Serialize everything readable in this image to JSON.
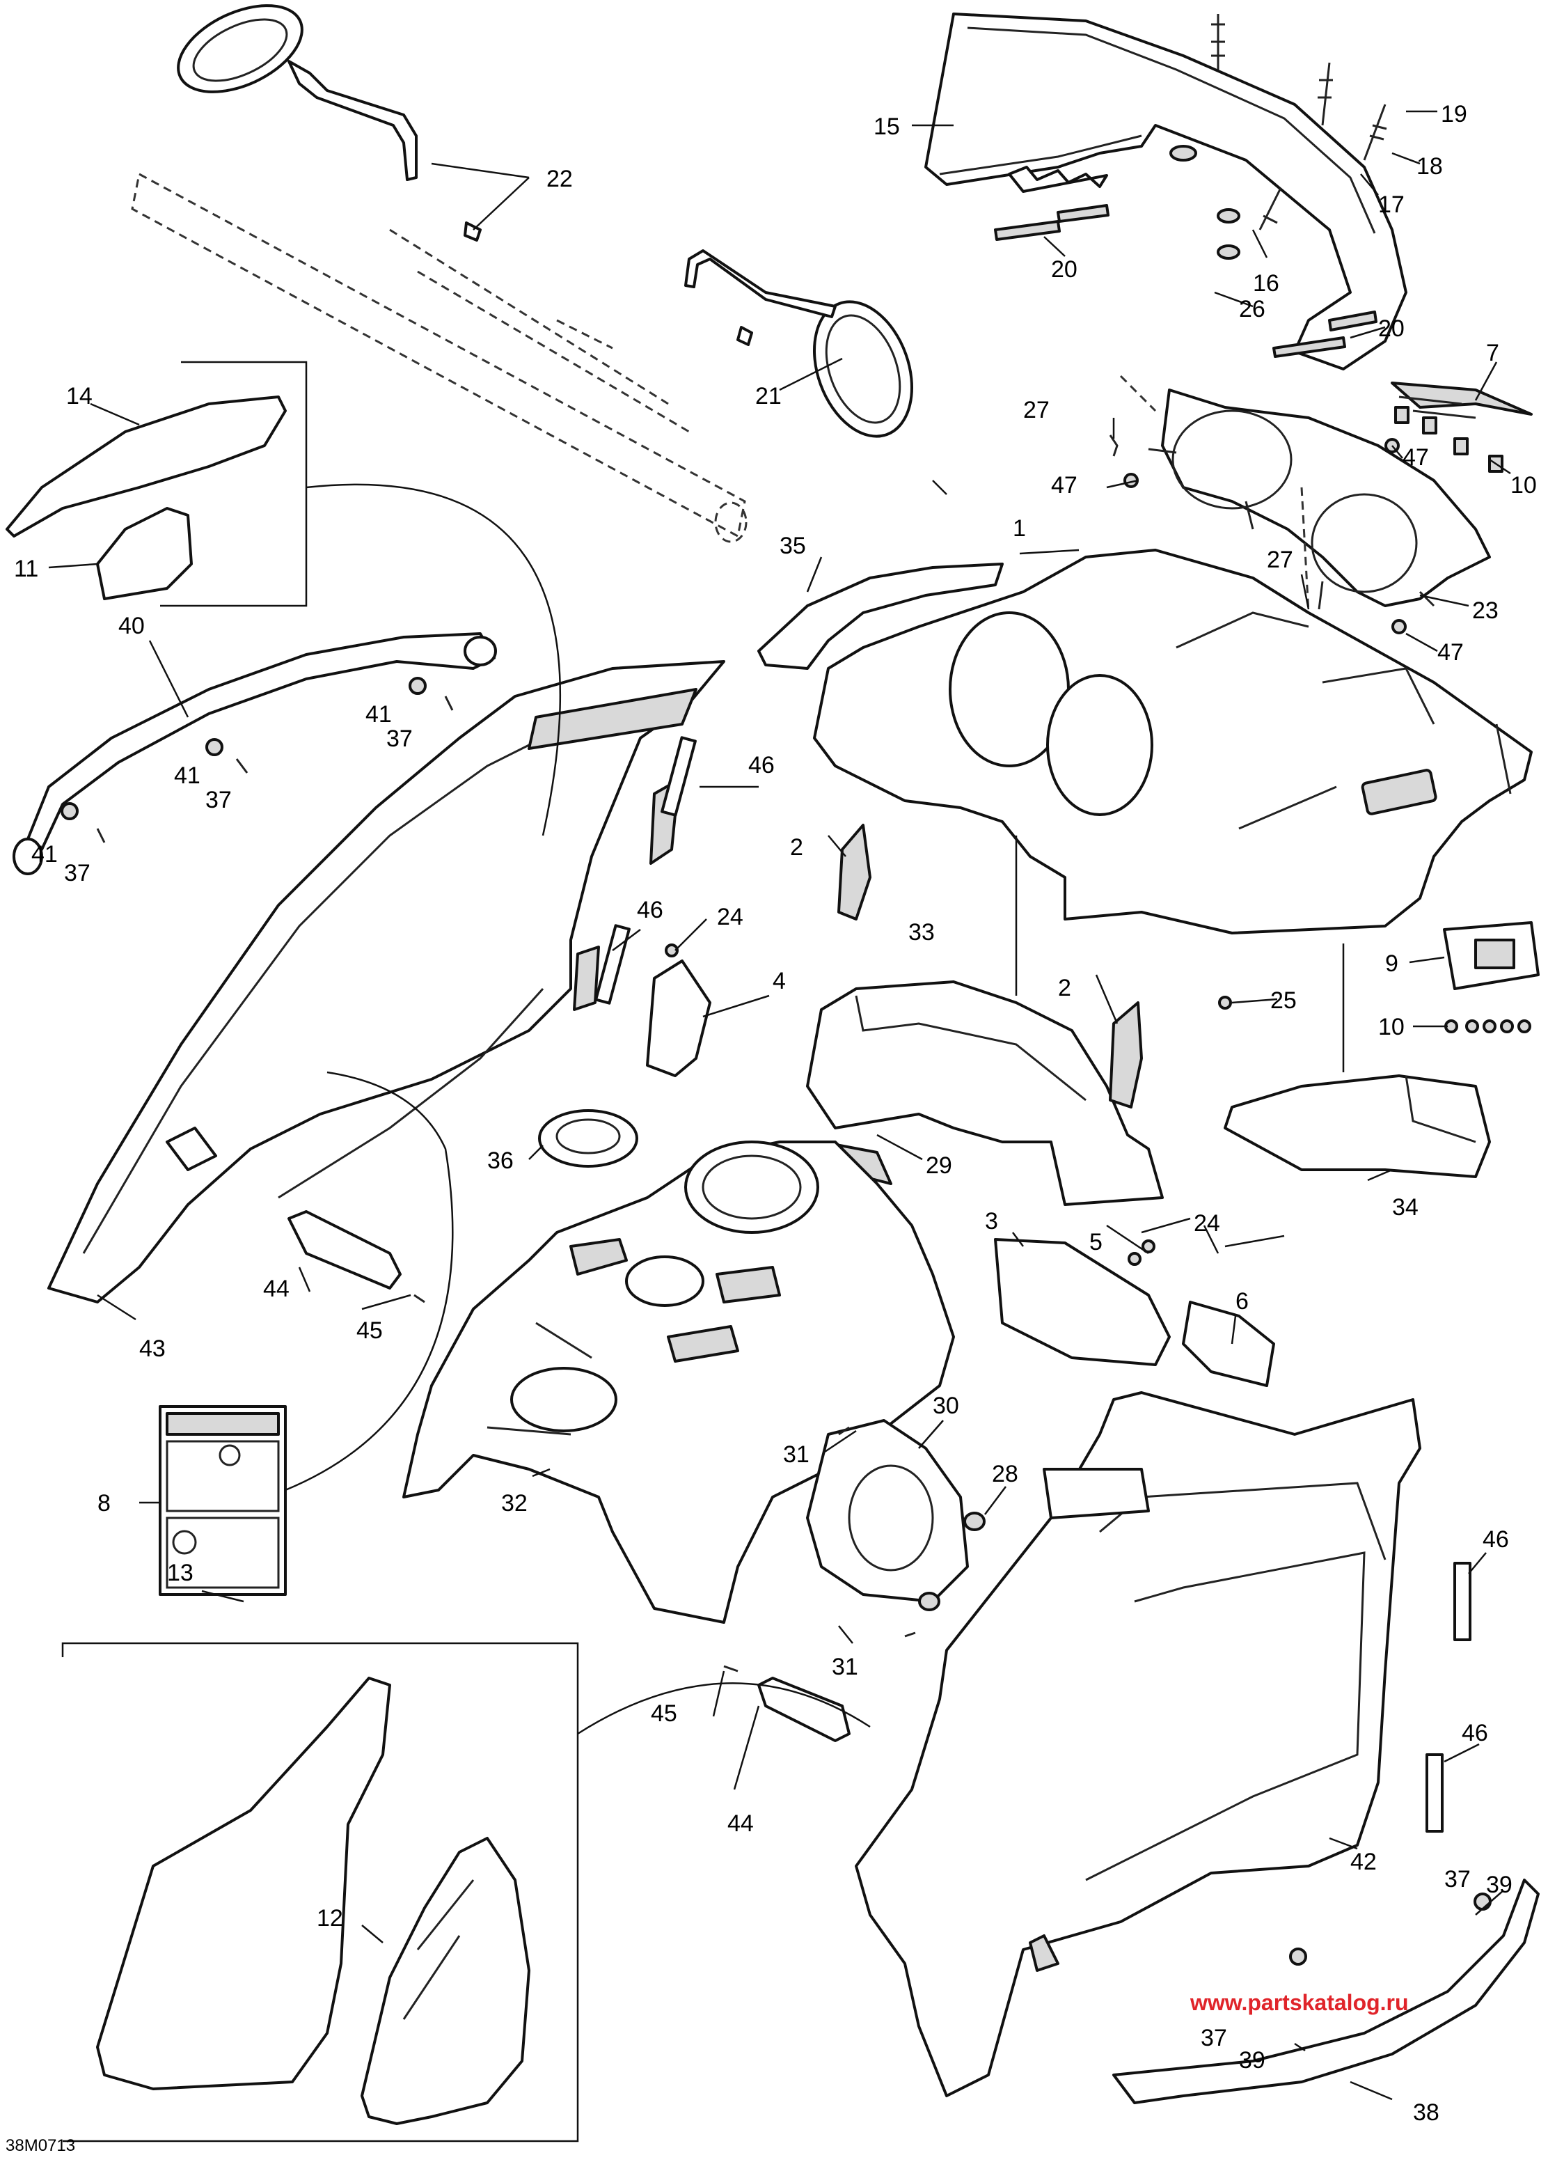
{
  "diagram": {
    "document_code": "38M0713",
    "watermark_text": "www.partskatalog.ru",
    "callouts": [
      {
        "id": "c1",
        "label": "1"
      },
      {
        "id": "c2a",
        "label": "2"
      },
      {
        "id": "c2b",
        "label": "2"
      },
      {
        "id": "c3",
        "label": "3"
      },
      {
        "id": "c4",
        "label": "4"
      },
      {
        "id": "c5",
        "label": "5"
      },
      {
        "id": "c6",
        "label": "6"
      },
      {
        "id": "c7",
        "label": "7"
      },
      {
        "id": "c8",
        "label": "8"
      },
      {
        "id": "c9",
        "label": "9"
      },
      {
        "id": "c10a",
        "label": "10"
      },
      {
        "id": "c10b",
        "label": "10"
      },
      {
        "id": "c11",
        "label": "11"
      },
      {
        "id": "c12",
        "label": "12"
      },
      {
        "id": "c13",
        "label": "13"
      },
      {
        "id": "c14",
        "label": "14"
      },
      {
        "id": "c15",
        "label": "15"
      },
      {
        "id": "c16",
        "label": "16"
      },
      {
        "id": "c17",
        "label": "17"
      },
      {
        "id": "c18",
        "label": "18"
      },
      {
        "id": "c19",
        "label": "19"
      },
      {
        "id": "c20a",
        "label": "20"
      },
      {
        "id": "c20b",
        "label": "20"
      },
      {
        "id": "c21",
        "label": "21"
      },
      {
        "id": "c22",
        "label": "22"
      },
      {
        "id": "c23",
        "label": "23"
      },
      {
        "id": "c24a",
        "label": "24"
      },
      {
        "id": "c24b",
        "label": "24"
      },
      {
        "id": "c25",
        "label": "25"
      },
      {
        "id": "c26",
        "label": "26"
      },
      {
        "id": "c27a",
        "label": "27"
      },
      {
        "id": "c27b",
        "label": "27"
      },
      {
        "id": "c28",
        "label": "28"
      },
      {
        "id": "c29",
        "label": "29"
      },
      {
        "id": "c30",
        "label": "30"
      },
      {
        "id": "c31a",
        "label": "31"
      },
      {
        "id": "c31b",
        "label": "31"
      },
      {
        "id": "c32",
        "label": "32"
      },
      {
        "id": "c33",
        "label": "33"
      },
      {
        "id": "c34",
        "label": "34"
      },
      {
        "id": "c35",
        "label": "35"
      },
      {
        "id": "c36",
        "label": "36"
      },
      {
        "id": "c37a",
        "label": "37"
      },
      {
        "id": "c37b",
        "label": "37"
      },
      {
        "id": "c37c",
        "label": "37"
      },
      {
        "id": "c37d",
        "label": "37"
      },
      {
        "id": "c37e",
        "label": "37"
      },
      {
        "id": "c38",
        "label": "38"
      },
      {
        "id": "c39a",
        "label": "39"
      },
      {
        "id": "c39b",
        "label": "39"
      },
      {
        "id": "c40",
        "label": "40"
      },
      {
        "id": "c41a",
        "label": "41"
      },
      {
        "id": "c41b",
        "label": "41"
      },
      {
        "id": "c41c",
        "label": "41"
      },
      {
        "id": "c42",
        "label": "42"
      },
      {
        "id": "c43",
        "label": "43"
      },
      {
        "id": "c44a",
        "label": "44"
      },
      {
        "id": "c44b",
        "label": "44"
      },
      {
        "id": "c45a",
        "label": "45"
      },
      {
        "id": "c45b",
        "label": "45"
      },
      {
        "id": "c46a",
        "label": "46"
      },
      {
        "id": "c46b",
        "label": "46"
      },
      {
        "id": "c46c",
        "label": "46"
      },
      {
        "id": "c46d",
        "label": "46"
      },
      {
        "id": "c47a",
        "label": "47"
      },
      {
        "id": "c47b",
        "label": "47"
      },
      {
        "id": "c47c",
        "label": "47"
      }
    ]
  }
}
